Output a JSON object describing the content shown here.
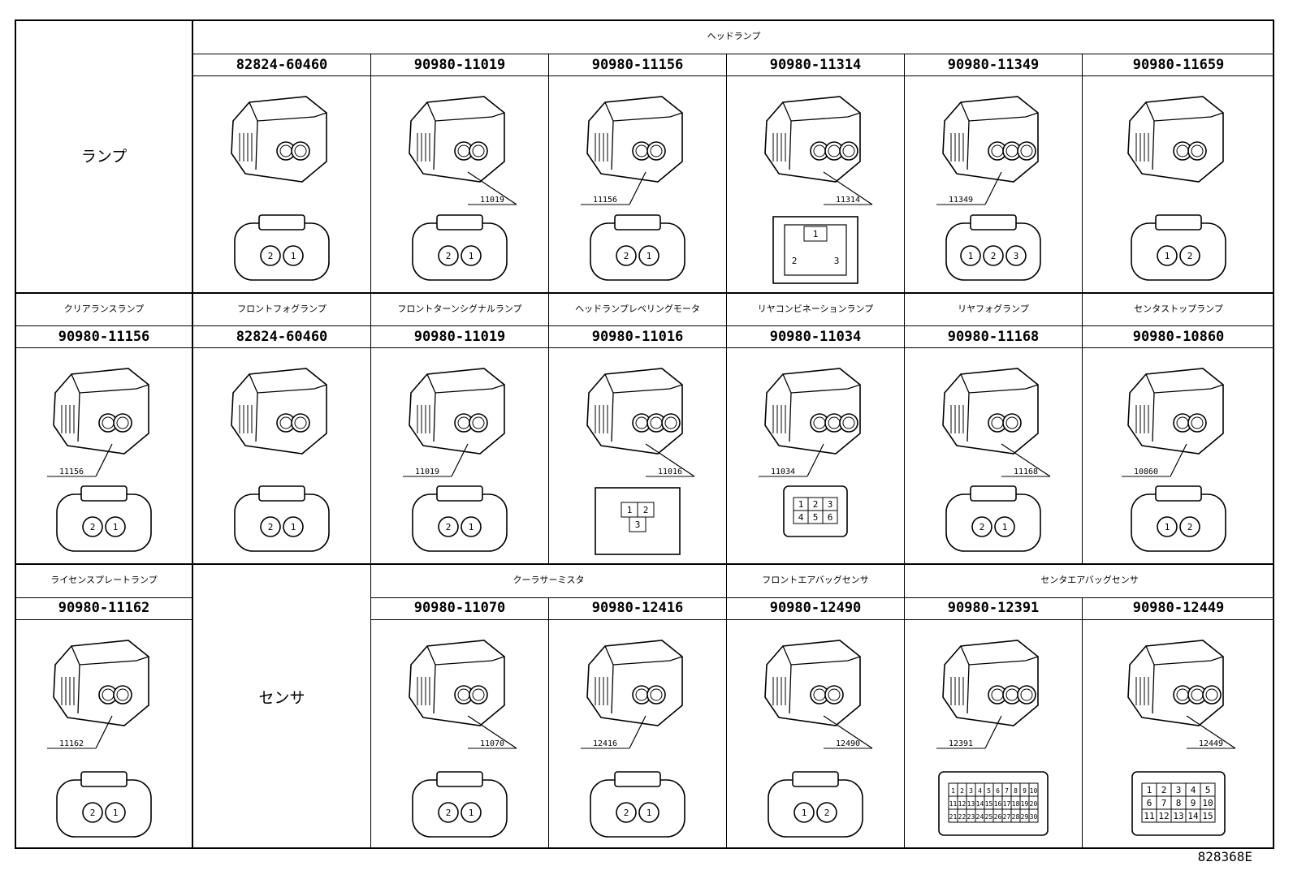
{
  "rows": [
    {
      "label_left": "ランプ",
      "group_header": "ヘッドランプ",
      "cells": [
        {
          "part_no": "82824-60460",
          "callout": "",
          "pins": [
            "2",
            "1"
          ],
          "style": "oval2"
        },
        {
          "part_no": "90980-11019",
          "callout": "11019",
          "pins": [
            "2",
            "1"
          ],
          "style": "box2"
        },
        {
          "part_no": "90980-11156",
          "callout": "11156",
          "pins": [
            "2",
            "1"
          ],
          "style": "round2"
        },
        {
          "part_no": "90980-11314",
          "callout": "11314",
          "pins": [
            "1",
            "2",
            "3"
          ],
          "style": "block3"
        },
        {
          "part_no": "90980-11349",
          "callout": "11349",
          "pins": [
            "1",
            "2",
            "3"
          ],
          "style": "ellipse3"
        },
        {
          "part_no": "90980-11659",
          "callout": "",
          "pins": [
            "1",
            "2"
          ],
          "style": "clip2"
        }
      ]
    },
    {
      "headers": [
        "クリアランスランプ",
        "フロントフォグランプ",
        "フロントターンシグナルランプ",
        "ヘッドランプレベリングモータ",
        "リヤコンビネーションランプ",
        "リヤフォグランプ",
        "センタストップランプ"
      ],
      "cells": [
        {
          "part_no": "90980-11156",
          "callout": "11156",
          "pins": [
            "2",
            "1"
          ],
          "style": "round2"
        },
        {
          "part_no": "82824-60460",
          "callout": "",
          "pins": [
            "2",
            "1"
          ],
          "style": "oval2"
        },
        {
          "part_no": "90980-11019",
          "callout": "11019",
          "pins": [
            "2",
            "1"
          ],
          "style": "box2"
        },
        {
          "part_no": "90980-11016",
          "callout": "11016",
          "pins": [
            "1",
            "2",
            "3"
          ],
          "style": "tri3"
        },
        {
          "part_no": "90980-11034",
          "callout": "11034",
          "pins": [
            "1",
            "2",
            "3",
            "4",
            "5",
            "6"
          ],
          "style": "grid6"
        },
        {
          "part_no": "90980-11168",
          "callout": "11168",
          "pins": [
            "2",
            "1"
          ],
          "style": "flat2"
        },
        {
          "part_no": "90980-10860",
          "callout": "10860",
          "pins": [
            "1",
            "2"
          ],
          "style": "tall2"
        }
      ]
    },
    {
      "headers": [
        "ライセンスプレートランプ",
        "",
        "クーラサーミスタ",
        "フロントエアバッグセンサ",
        "センタエアバッグセンサ"
      ],
      "label_sensor": "センサ",
      "cells": [
        {
          "part_no": "90980-11162",
          "callout": "11162",
          "pins": [
            "2",
            "1"
          ],
          "style": "lic2"
        },
        {
          "part_no": "90980-11070",
          "callout": "11070",
          "pins": [
            "2",
            "1"
          ],
          "style": "box2b"
        },
        {
          "part_no": "90980-12416",
          "callout": "12416",
          "pins": [
            "2",
            "1"
          ],
          "style": "small2"
        },
        {
          "part_no": "90980-12490",
          "callout": "12490",
          "pins": [
            "1",
            "2"
          ],
          "style": "air2"
        },
        {
          "part_no": "90980-12391",
          "callout": "12391",
          "pins": [
            "1",
            "2",
            "3",
            "4",
            "5",
            "6",
            "7",
            "8",
            "9",
            "10",
            "11",
            "12",
            "13",
            "14",
            "15",
            "16",
            "17",
            "18",
            "19",
            "20",
            "21",
            "22",
            "23",
            "24",
            "25",
            "26",
            "27",
            "28",
            "29",
            "30"
          ],
          "style": "grid30"
        },
        {
          "part_no": "90980-12449",
          "callout": "12449",
          "pins": [
            "1",
            "2",
            "3",
            "4",
            "5",
            "6",
            "7",
            "8",
            "9",
            "10",
            "11",
            "12",
            "13",
            "14",
            "15"
          ],
          "style": "grid15"
        }
      ]
    }
  ],
  "drawing_number": "828368E"
}
